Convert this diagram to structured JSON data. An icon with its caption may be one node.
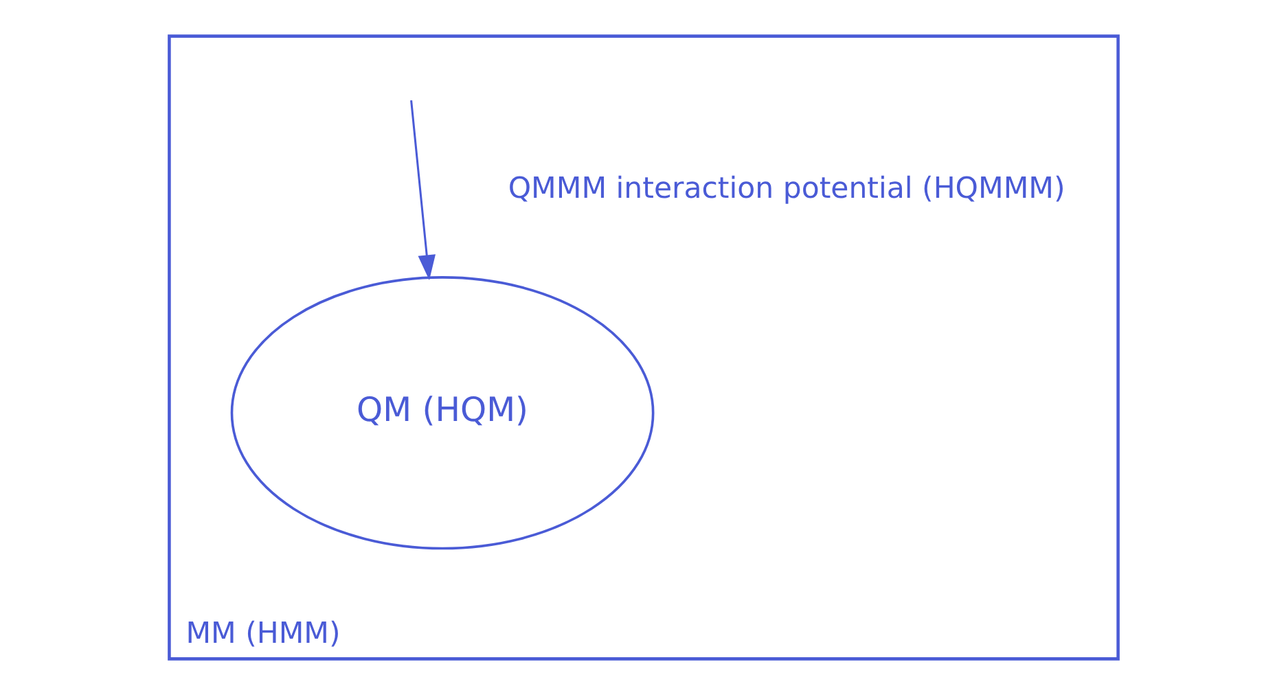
{
  "diagram": {
    "nodes": [
      {
        "text": [
          "MM (HMM)"
        ]
      },
      {
        "text": [
          "QM (HQM)"
        ],
        "in": 0
      }
    ],
    "edges": [
      {
        "from": null,
        "to": 1,
        "arrow": "to",
        "label": "QMMM interaction potential (HQMMM)"
      }
    ]
  }
}
